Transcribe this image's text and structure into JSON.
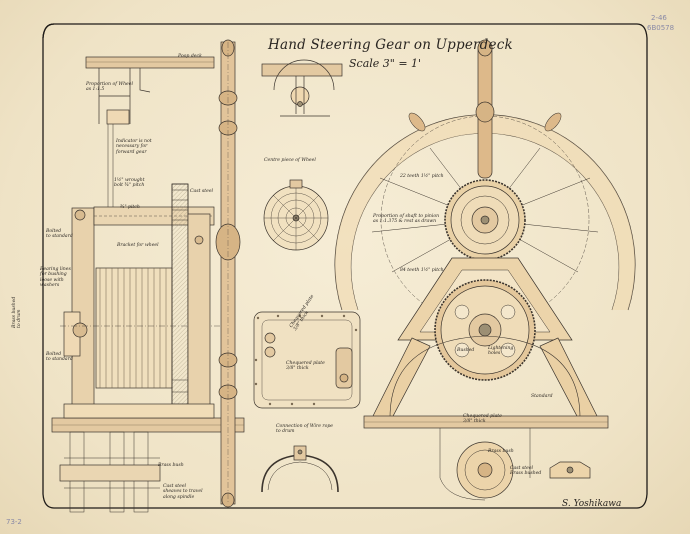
{
  "title": "Hand Steering Gear on Upperdeck",
  "scale": "Scale 3\" = 1'",
  "signature": "S. Yoshikawa",
  "catalog_number_top": "2-46",
  "catalog_code_top": "6B0578",
  "catalog_number_bottom": "73-2",
  "annotations": {
    "poop_deck": "Poop deck",
    "proportion_of_wheel": "Proportion of Wheel\nas 1:1.5",
    "indicator": "Indicator is not\nnecessary for\nforward gear",
    "sq_wrought": "1½\" wrought\nbolt ¾\" pitch",
    "chain": "¾\" pitch",
    "bracket": "Bracket for wheel",
    "cast_steel": "Cast steel",
    "bolted": "Bolted\nto standard",
    "bearing_lines": "Bearing lines\nfor bushing\nloose with\nwashers",
    "brass_bushed": "Brass bushed\nto drum",
    "bolted_standard": "Bolted\nto standard",
    "centre_piece": "Centre piece of Wheel",
    "teeth_upper": "22 teeth 1½\" pitch",
    "proportion_spokes": "Proportion of shaft to pinion\nas 1:1.375 & rest as drawn",
    "teeth_lower": "84 teeth 1½\" pitch",
    "chequered_plate_1": "Chequered plate\n3/8\" thick",
    "connection_wire": "Connection of Wire rope\nto drum",
    "chequered_plate_2": "Chequered plate\n3/8\" thick",
    "chequered_plate_3": "Chequered plate\n3/8\" thick",
    "lightening_holes": "Lightening\nholes",
    "square_chain": "Bushed",
    "standard": "Standard",
    "brass_bush": "Brass bush",
    "cast_steel_gear": "Cast steel\nBrass bushed",
    "cast_steel_bottom": "Cast steel\nsheaves to travel\nalong spindle",
    "brass_bush_2": "Brass bush"
  }
}
